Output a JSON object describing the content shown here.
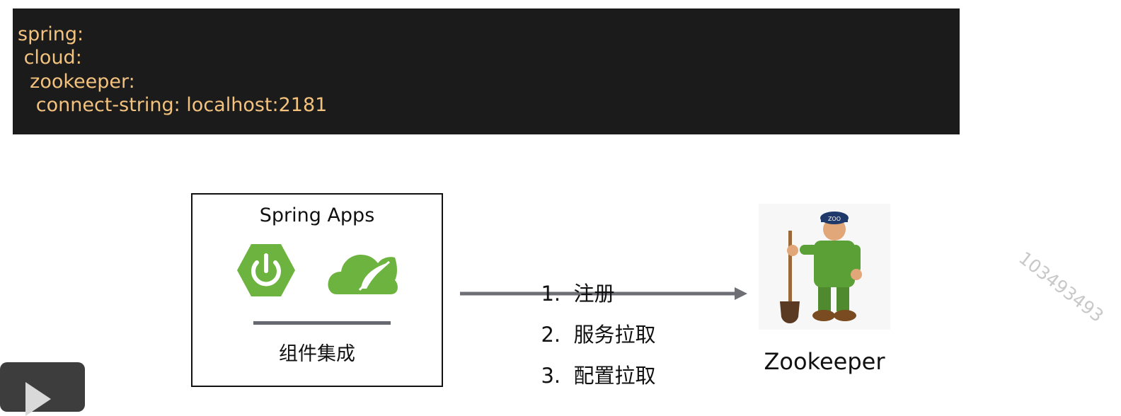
{
  "code": {
    "lines": [
      "spring:",
      " cloud:",
      "  zookeeper:",
      "   connect-string: localhost:2181"
    ]
  },
  "diagram": {
    "apps_title": "Spring Apps",
    "apps_caption": "组件集成",
    "steps": [
      {
        "num": "1.",
        "label": "注册"
      },
      {
        "num": "2.",
        "label": "服务拉取"
      },
      {
        "num": "3.",
        "label": "配置拉取"
      }
    ],
    "zookeeper_label": "Zookeeper",
    "mascot_cap_text": "ZOO"
  },
  "watermark": "103493493",
  "colors": {
    "code_bg": "#1b1b1b",
    "code_text": "#f2c27e",
    "spring_green": "#6db33f",
    "arrow": "#6d6f74"
  },
  "icons": {
    "spring_boot": "power-hexagon-icon",
    "spring_cloud": "cloud-leaf-icon",
    "play": "play-icon"
  }
}
